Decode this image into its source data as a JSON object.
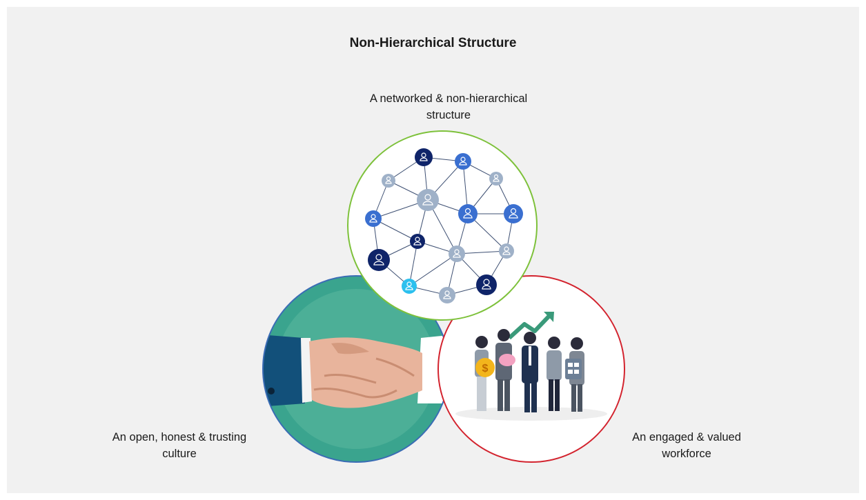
{
  "title": "Non-Hierarchical Structure",
  "items": [
    {
      "label": "A networked & non-hierarchical structure",
      "line1": "A networked & non-hierarchical",
      "line2": "structure",
      "border": "#7dc13a",
      "image": "people-network-icon"
    },
    {
      "label": "An open, honest & trusting culture",
      "line1": "An open, honest & trusting",
      "line2": "culture",
      "border": "#3a6cb5",
      "image": "handshake-icon"
    },
    {
      "label": "An engaged & valued workforce",
      "line1": "An engaged & valued",
      "line2": "workforce",
      "border": "#d3232e",
      "image": "team-growth-icon"
    }
  ],
  "colors": {
    "background": "#f1f1f1",
    "network_dark": "#0f2469",
    "network_blue": "#3a6fd0",
    "network_gray": "#9fb1c8",
    "network_cyan": "#2cc0ee",
    "handshake_bg": "#3aa48e",
    "growth_arrow": "#3a9a7a"
  }
}
